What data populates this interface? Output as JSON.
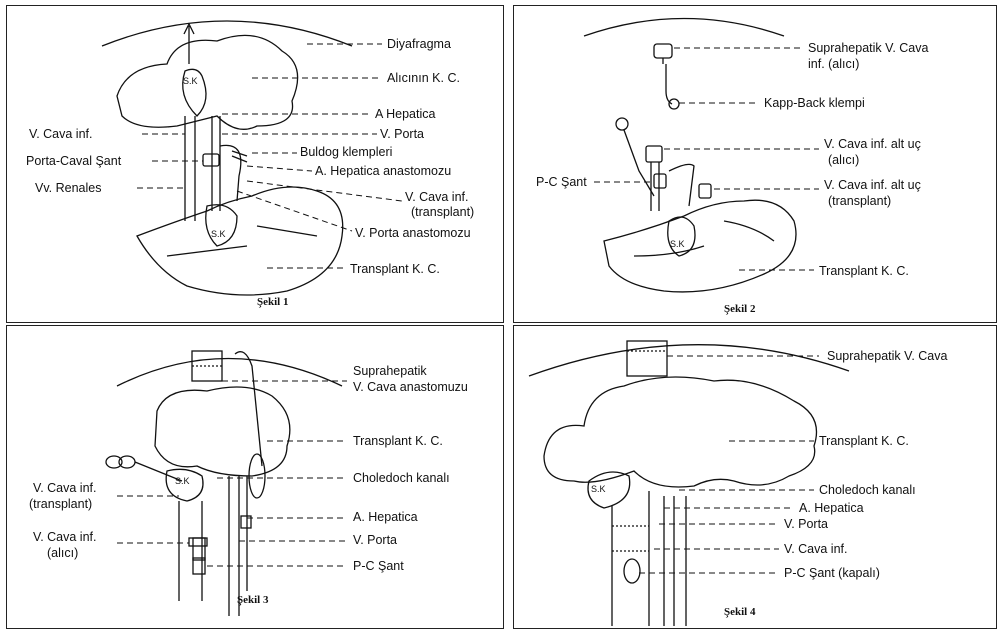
{
  "panels": [
    {
      "caption": "Şekil 1",
      "labels": {
        "diyafragma": "Diyafragma",
        "alicinin_kc": "Alıcının K. C.",
        "a_hepatica": "A Hepatica",
        "v_cava_inf": "V. Cava inf.",
        "v_porta": "V. Porta",
        "buldog": "Buldog klempleri",
        "porta_caval": "Porta-Caval Şant",
        "a_hep_anast": "A. Hepatica anastomozu",
        "vv_renales": "Vv. Renales",
        "v_cava_inf_tr_1": "V. Cava inf.",
        "v_cava_inf_tr_2": "(transplant)",
        "v_porta_anast": "V. Porta anastomozu",
        "transplant_kc": "Transplant K. C.",
        "sk_top": "S.K",
        "sk_bottom": "S.K"
      }
    },
    {
      "caption": "Şekil 2",
      "labels": {
        "suprahep_1": "Suprahepatik V. Cava",
        "suprahep_2": "inf. (alıcı)",
        "kapp_back": "Kapp-Back klempi",
        "vci_alt_alici_1": "V. Cava inf. alt uç",
        "vci_alt_alici_2": "(alıcı)",
        "pc_sant": "P-C Şant",
        "vci_alt_tr_1": "V. Cava inf. alt uç",
        "vci_alt_tr_2": "(transplant)",
        "transplant_kc": "Transplant K. C.",
        "sk": "S.K"
      }
    },
    {
      "caption": "Şekil 3",
      "labels": {
        "suprahep_1": "Suprahepatik",
        "suprahep_2": "V. Cava anastomuzu",
        "transplant_kc": "Transplant K. C.",
        "choledoch": "Choledoch kanalı",
        "vci_tr_1": "V. Cava inf.",
        "vci_tr_2": "(transplant)",
        "a_hepatica": "A. Hepatica",
        "vci_alici_1": "V. Cava inf.",
        "vci_alici_2": "(alıcı)",
        "v_porta": "V. Porta",
        "pc_sant": "P-C Şant",
        "sk": "S.K"
      }
    },
    {
      "caption": "Şekil 4",
      "labels": {
        "suprahep": "Suprahepatik V. Cava",
        "transplant_kc": "Transplant K. C.",
        "choledoch": "Choledoch kanalı",
        "a_hepatica": "A. Hepatica",
        "v_porta": "V. Porta",
        "v_cava_inf": "V. Cava inf.",
        "pc_sant": "P-C Şant (kapalı)",
        "sk": "S.K"
      }
    }
  ]
}
